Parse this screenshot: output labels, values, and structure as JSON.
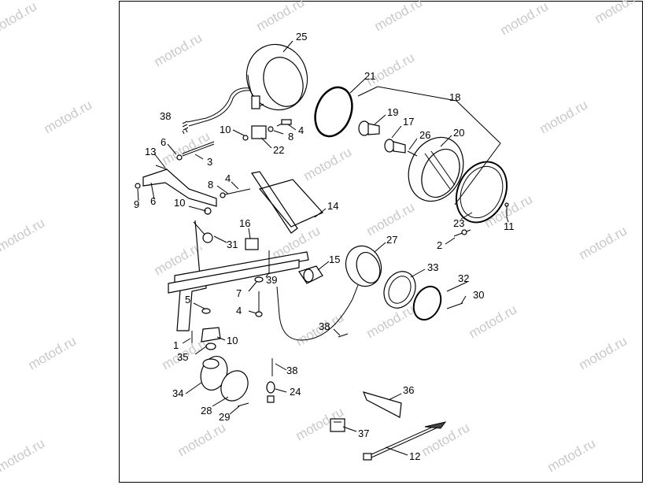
{
  "watermark": "motod.ru",
  "callouts": [
    {
      "id": "c25",
      "text": "25"
    },
    {
      "id": "c21",
      "text": "21"
    },
    {
      "id": "c18",
      "text": "18"
    },
    {
      "id": "c19",
      "text": "19"
    },
    {
      "id": "c17",
      "text": "17"
    },
    {
      "id": "c26",
      "text": "26"
    },
    {
      "id": "c20",
      "text": "20"
    },
    {
      "id": "c38a",
      "text": "38"
    },
    {
      "id": "c10a",
      "text": "10"
    },
    {
      "id": "c4a",
      "text": "4"
    },
    {
      "id": "c8a",
      "text": "8"
    },
    {
      "id": "c22",
      "text": "22"
    },
    {
      "id": "c6a",
      "text": "6"
    },
    {
      "id": "c13",
      "text": "13"
    },
    {
      "id": "c3",
      "text": "3"
    },
    {
      "id": "c4b",
      "text": "4"
    },
    {
      "id": "c8b",
      "text": "8"
    },
    {
      "id": "c9",
      "text": "9"
    },
    {
      "id": "c6b",
      "text": "6"
    },
    {
      "id": "c10b",
      "text": "10"
    },
    {
      "id": "c14",
      "text": "14"
    },
    {
      "id": "c16",
      "text": "16"
    },
    {
      "id": "c31",
      "text": "31"
    },
    {
      "id": "c23",
      "text": "23"
    },
    {
      "id": "c11",
      "text": "11"
    },
    {
      "id": "c2",
      "text": "2"
    },
    {
      "id": "c27",
      "text": "27"
    },
    {
      "id": "c15",
      "text": "15"
    },
    {
      "id": "c39",
      "text": "39"
    },
    {
      "id": "c33",
      "text": "33"
    },
    {
      "id": "c7",
      "text": "7"
    },
    {
      "id": "c32",
      "text": "32"
    },
    {
      "id": "c5",
      "text": "5"
    },
    {
      "id": "c4c",
      "text": "4"
    },
    {
      "id": "c30",
      "text": "30"
    },
    {
      "id": "c38b",
      "text": "38"
    },
    {
      "id": "c1",
      "text": "1"
    },
    {
      "id": "c10c",
      "text": "10"
    },
    {
      "id": "c35",
      "text": "35"
    },
    {
      "id": "c38c",
      "text": "38"
    },
    {
      "id": "c36",
      "text": "36"
    },
    {
      "id": "c34",
      "text": "34"
    },
    {
      "id": "c24",
      "text": "24"
    },
    {
      "id": "c28",
      "text": "28"
    },
    {
      "id": "c29",
      "text": "29"
    },
    {
      "id": "c37",
      "text": "37"
    },
    {
      "id": "c12",
      "text": "12"
    }
  ]
}
